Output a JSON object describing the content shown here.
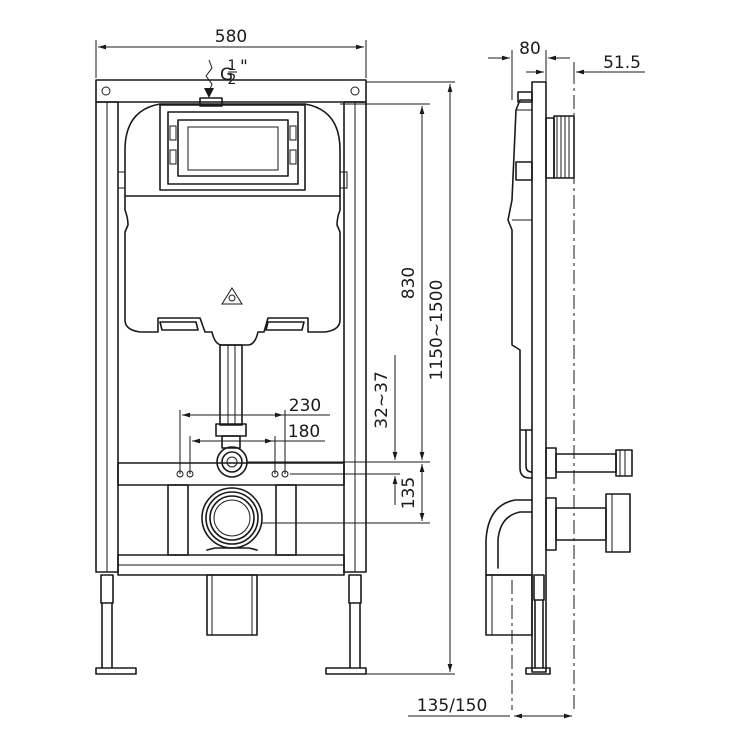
{
  "dimensions": {
    "frame_width": "580",
    "depth": "80",
    "pipe_offset": "51.5",
    "cistern_height": "830",
    "frame_height_range": "1150~1500",
    "stud_range": "32~37",
    "outer_spacing": "230",
    "inner_spacing": "180",
    "drain_height": "135",
    "drain_projection": "135/150"
  },
  "water_inlet": {
    "thread_prefix": "G",
    "thread_fraction_num": "1",
    "thread_fraction_den": "2",
    "thread_suffix": "\""
  }
}
